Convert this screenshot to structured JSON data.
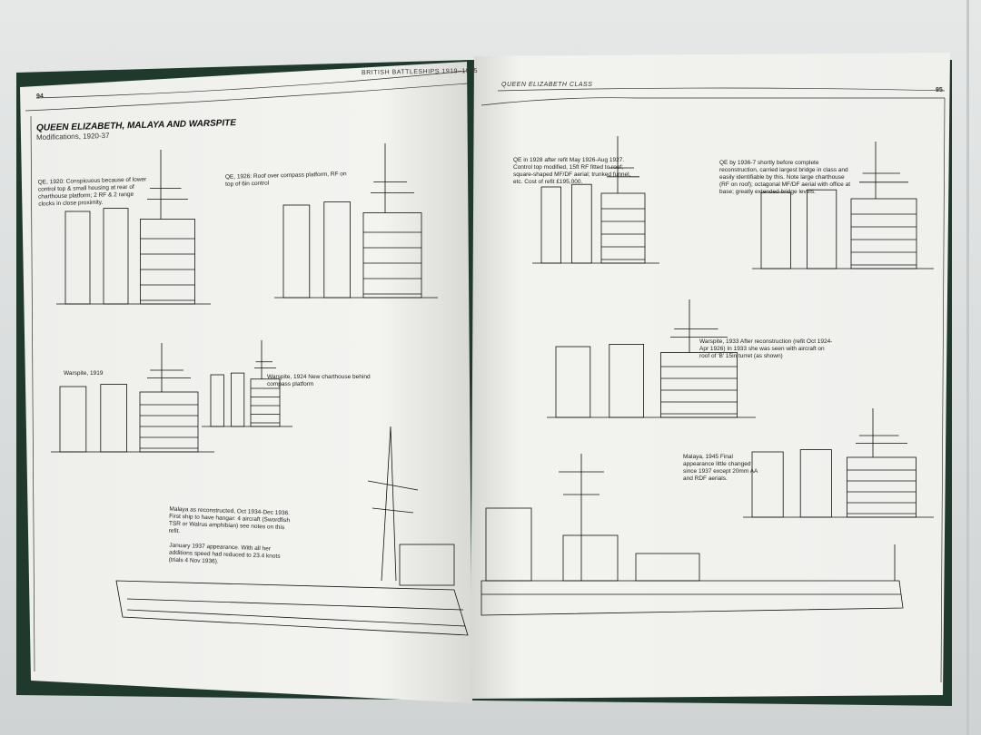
{
  "left_page": {
    "page_number": "94",
    "running_head": "BRITISH BATTLESHIPS 1919–1945",
    "title": "QUEEN ELIZABETH, MALAYA AND WARSPITE",
    "subtitle": "Modifications, 1920-37",
    "captions": [
      "QE, 1920: Conspicuous because of lower control top & small housing at rear of charthouse platform; 2 RF & 2 range clocks in close proximity.",
      "QE, 1926: Roof over compass platform, RF on top of 6in control",
      "Warspite, 1919",
      "Warspite, 1924 New charthouse behind compass platform",
      "Malaya as reconstructed, Oct 1934-Dec 1936. First ship to have hangar: 4 aircraft (Swordfish TSR or Walrus amphibian) see notes on this refit.",
      "January 1937 appearance. With all her additions speed had reduced to 23.4 knots (trials 4 Nov 1936)."
    ]
  },
  "right_page": {
    "page_number": "95",
    "running_head": "QUEEN ELIZABETH CLASS",
    "captions": [
      "QE in 1928 after refit May 1926-Aug 1927. Control top modified, 15ft RF fitted to roof; square-shaped MF/DF aerial; trunked funnel, etc. Cost of refit £195,000.",
      "QE by 1936-7 shortly before complete reconstruction, carried largest bridge in class and easily identifiable by this. Note large charthouse (RF on roof); octagonal MF/DF aerial with office at base; greatly extended bridge levels.",
      "Warspite, 1933 After reconstruction (refit Oct 1924-Apr 1926) In 1933 she was seen with aircraft on roof of 'B' 15in turret (as shown)",
      "Malaya, 1945 Final appearance little changed since 1937 except 20mm AA and RDF aerials."
    ]
  },
  "colors": {
    "paper": "#f1f1ee",
    "ink": "#111111",
    "cover": "#1f3a2c",
    "tile": "#dcdfdf"
  }
}
